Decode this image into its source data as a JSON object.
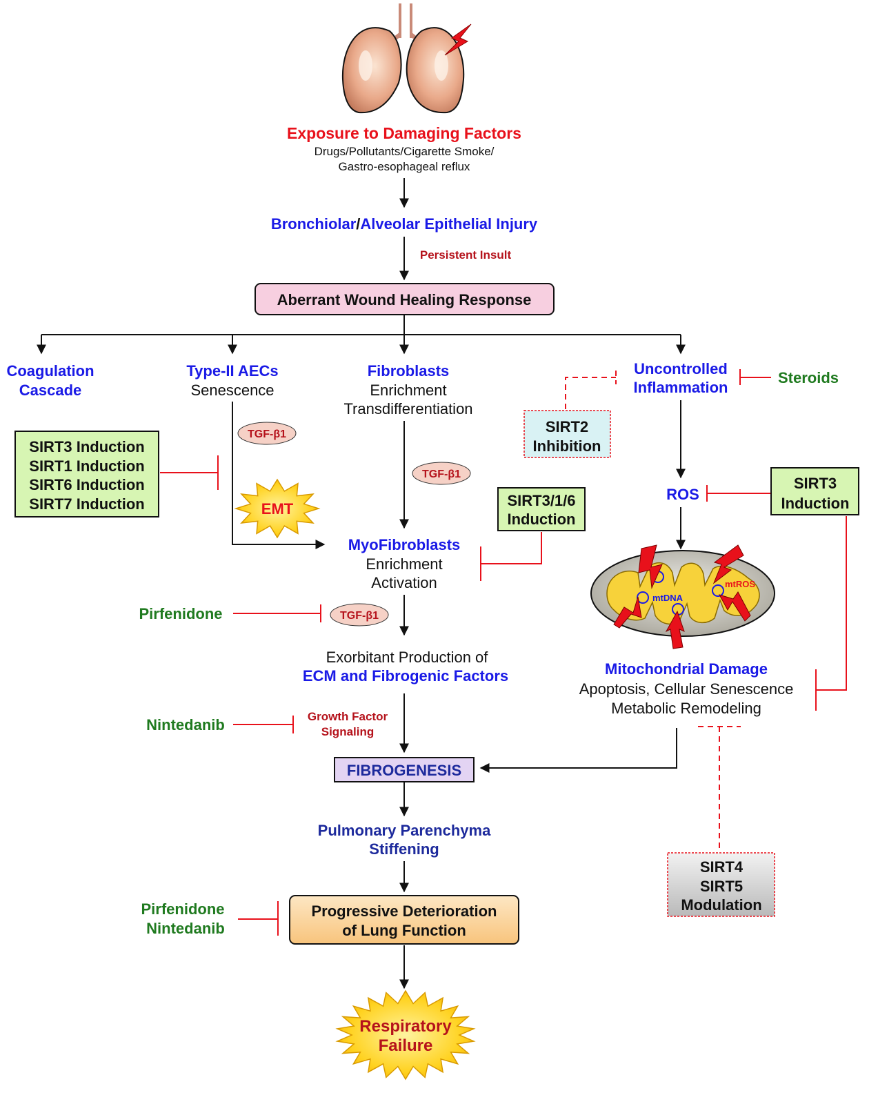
{
  "colors": {
    "red": "#e8111b",
    "dark_red": "#b5121b",
    "blue": "#1a1ae6",
    "navy": "#1d2a9c",
    "green": "#1f7a1f",
    "pink_box": "#f7cfe0",
    "green_box": "#d7f5b3",
    "cyan_box": "#d9f2f4",
    "lavender_box": "#e3d4f3",
    "orange_box": "#fbd6a0",
    "grey_box": "#c8c8c8",
    "star_yellow": "#ffd21f"
  },
  "icons": [
    "lungs-icon",
    "lightning-bolt-icon",
    "mitochondrion-icon",
    "burst-star-icon"
  ],
  "exposure": {
    "title": "Exposure to Damaging Factors",
    "line1": "Drugs/Pollutants/Cigarette Smoke/",
    "line2": "Gastro-esophageal reflux"
  },
  "injury": {
    "part1": "Bronchiolar",
    "slash": "/",
    "part2": "Alveolar Epithelial Injury"
  },
  "persistent_insult": "Persistent Insult",
  "aberrant": "Aberrant Wound Healing Response",
  "branches": {
    "coagulation": [
      "Coagulation",
      "Cascade"
    ],
    "aecs_title": "Type-II AECs",
    "aecs_sub": "Senescence",
    "fibroblasts_title": "Fibroblasts",
    "fibroblasts_sub1": "Enrichment",
    "fibroblasts_sub2": "Transdifferentiation",
    "inflammation": [
      "Uncontrolled",
      "Inflammation"
    ]
  },
  "steroids": "Steroids",
  "sirt2_box": [
    "SIRT2",
    "Inhibition"
  ],
  "sirt_induction_box": [
    "SIRT3 Induction",
    "SIRT1 Induction",
    "SIRT6 Induction",
    "SIRT7 Induction"
  ],
  "tgf_label": "TGF-β1",
  "emt": "EMT",
  "sirt316_box": [
    "SIRT3/1/6",
    "Induction"
  ],
  "myofibroblasts": {
    "title": "MyoFibroblasts",
    "sub1": "Enrichment",
    "sub2": "Activation"
  },
  "ros": "ROS",
  "sirt3_box": [
    "SIRT3",
    "Induction"
  ],
  "mito_labels": {
    "mtdna": "mtDNA",
    "mtros": "mtROS"
  },
  "mito_damage": {
    "title": "Mitochondrial Damage",
    "sub1": "Apoptosis, Cellular Senescence",
    "sub2": "Metabolic Remodeling"
  },
  "pirfenidone": "Pirfenidone",
  "exorbitant": {
    "line1": "Exorbitant Production of",
    "line2": "ECM and Fibrogenic Factors"
  },
  "nintedanib": "Nintedanib",
  "growth_factor": [
    "Growth Factor",
    "Signaling"
  ],
  "fibrogenesis": "FIBROGENESIS",
  "stiffening": [
    "Pulmonary Parenchyma",
    "Stiffening"
  ],
  "sirt45_box": [
    "SIRT4",
    "SIRT5",
    "Modulation"
  ],
  "drugs_bottom": [
    "Pirfenidone",
    "Nintedanib"
  ],
  "deterioration": [
    "Progressive Deterioration",
    "of Lung Function"
  ],
  "respiratory": [
    "Respiratory",
    "Failure"
  ]
}
